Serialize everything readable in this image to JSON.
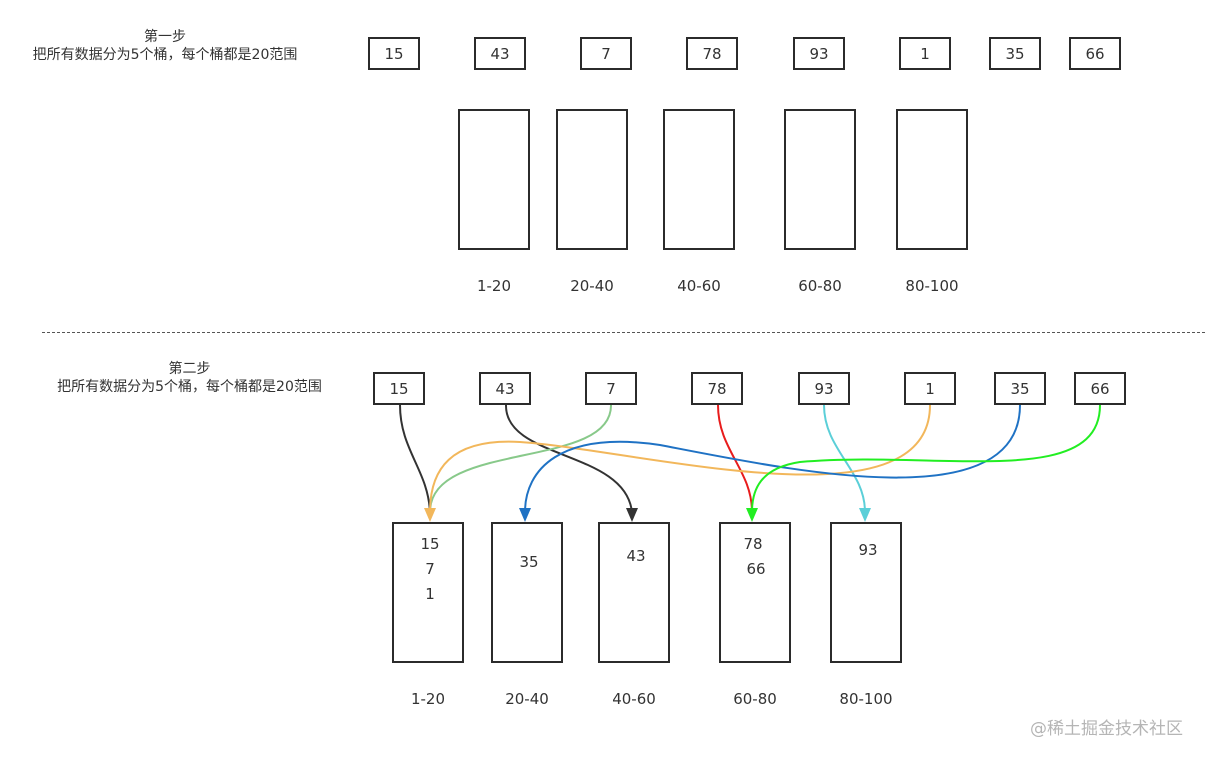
{
  "step1": {
    "title": "第一步",
    "subtitle": "把所有数据分为5个桶，每个桶都是20范围",
    "numbers": [
      "15",
      "43",
      "7",
      "78",
      "93",
      "1",
      "35",
      "66"
    ],
    "ranges": [
      "1-20",
      "20-40",
      "40-60",
      "60-80",
      "80-100"
    ]
  },
  "step2": {
    "title": "第二步",
    "subtitle": "把所有数据分为5个桶，每个桶都是20范围",
    "numbers": [
      "15",
      "43",
      "7",
      "78",
      "93",
      "1",
      "35",
      "66"
    ],
    "ranges": [
      "1-20",
      "20-40",
      "40-60",
      "60-80",
      "80-100"
    ],
    "buckets": [
      {
        "items": [
          "15",
          "7",
          "1"
        ]
      },
      {
        "items": [
          "35"
        ]
      },
      {
        "items": [
          "43"
        ]
      },
      {
        "items": [
          "78",
          "66"
        ]
      },
      {
        "items": [
          "93"
        ]
      }
    ]
  },
  "arrow_colors": {
    "n15": "#333333",
    "n43": "#333333",
    "n7": "#88c98a",
    "n78": "#e81c1c",
    "n93": "#5bcfd8",
    "n1": "#f2b75b",
    "n35": "#1f72c4",
    "n66": "#22ee22"
  },
  "watermark": "@稀土掘金技术社区"
}
